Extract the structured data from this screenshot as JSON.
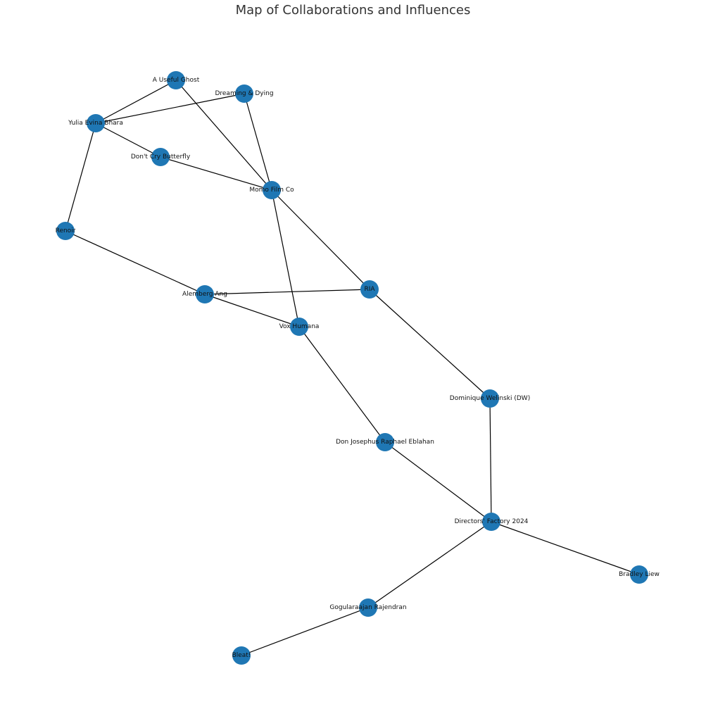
{
  "title": "Map of Collaborations and Influences",
  "chart_data": {
    "type": "network",
    "title": "Map of Collaborations and Influences",
    "node_color": "#1f77b4",
    "edge_color": "#000000",
    "nodes": [
      "A Useful Ghost",
      "Dreaming & Dying",
      "Yulia Evina Bhara",
      "Don't Cry Butterfly",
      "Momo Film Co",
      "Renoir",
      "Alemberg Ang",
      "RIA",
      "Vox Humana",
      "Dominique Welinski (DW)",
      "Don Josephus Raphael Eblahan",
      "Directors' Factory 2024",
      "Bradley Liew",
      "Gogularaajan Rajendran",
      "Bleat!"
    ],
    "edges": [
      [
        "A Useful Ghost",
        "Yulia Evina Bhara"
      ],
      [
        "A Useful Ghost",
        "Momo Film Co"
      ],
      [
        "Dreaming & Dying",
        "Yulia Evina Bhara"
      ],
      [
        "Dreaming & Dying",
        "Momo Film Co"
      ],
      [
        "Yulia Evina Bhara",
        "Don't Cry Butterfly"
      ],
      [
        "Yulia Evina Bhara",
        "Renoir"
      ],
      [
        "Don't Cry Butterfly",
        "Momo Film Co"
      ],
      [
        "Momo Film Co",
        "RIA"
      ],
      [
        "Momo Film Co",
        "Vox Humana"
      ],
      [
        "Renoir",
        "Alemberg Ang"
      ],
      [
        "Alemberg Ang",
        "RIA"
      ],
      [
        "Alemberg Ang",
        "Vox Humana"
      ],
      [
        "RIA",
        "Dominique Welinski (DW)"
      ],
      [
        "Vox Humana",
        "Don Josephus Raphael Eblahan"
      ],
      [
        "Dominique Welinski (DW)",
        "Directors' Factory 2024"
      ],
      [
        "Don Josephus Raphael Eblahan",
        "Directors' Factory 2024"
      ],
      [
        "Directors' Factory 2024",
        "Bradley Liew"
      ],
      [
        "Directors' Factory 2024",
        "Gogularaajan Rajendran"
      ],
      [
        "Gogularaajan Rajendran",
        "Bleat!"
      ]
    ]
  }
}
